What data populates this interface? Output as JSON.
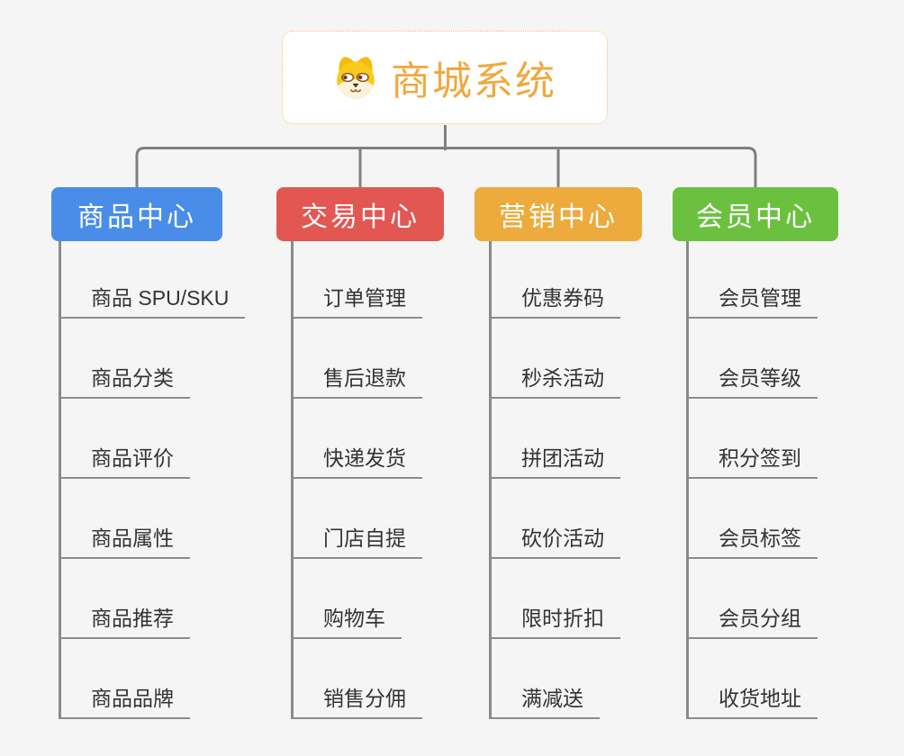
{
  "root": {
    "title": "商城系统",
    "icon": "dog-face-icon",
    "text_color": "#EFA93F",
    "border_color": "#F0BC6B"
  },
  "branches": [
    {
      "id": "product-center",
      "label": "商品中心",
      "color": "#4A8DE8",
      "children": [
        "商品 SPU/SKU",
        "商品分类",
        "商品评价",
        "商品属性",
        "商品推荐",
        "商品品牌"
      ]
    },
    {
      "id": "trade-center",
      "label": "交易中心",
      "color": "#E25752",
      "children": [
        "订单管理",
        "售后退款",
        "快递发货",
        "门店自提",
        "购物车",
        "销售分佣"
      ]
    },
    {
      "id": "marketing-center",
      "label": "营销中心",
      "color": "#ECAB3C",
      "children": [
        "优惠券码",
        "秒杀活动",
        "拼团活动",
        "砍价活动",
        "限时折扣",
        "满减送"
      ]
    },
    {
      "id": "member-center",
      "label": "会员中心",
      "color": "#6BC13F",
      "children": [
        "会员管理",
        "会员等级",
        "积分签到",
        "会员标签",
        "会员分组",
        "收货地址"
      ]
    }
  ],
  "colors": {
    "background": "#F5F5F5",
    "connector": "#808080",
    "child_line": "#8C8C8C",
    "child_text": "#333333",
    "node_text": "#FFFFFF",
    "root_fill": "#FFFFFF"
  }
}
